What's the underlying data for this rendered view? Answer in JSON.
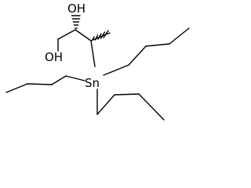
{
  "molecule": {
    "atom_labels": {
      "oh_top": "OH",
      "oh_left": "OH",
      "tin": "Sn"
    }
  }
}
